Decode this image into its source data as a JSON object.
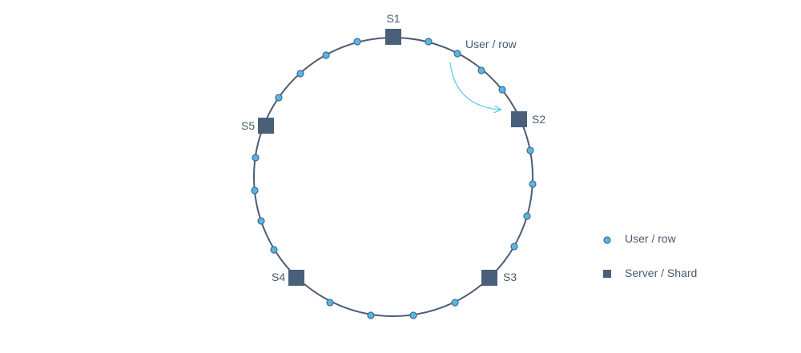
{
  "colors": {
    "ring": "#4d5d73",
    "server_fill": "#4a5f7a",
    "user_fill": "#5eb4e0",
    "user_stroke": "#3a6e91",
    "arrow": "#62cde6",
    "text": "#4a5a6e"
  },
  "servers": [
    {
      "id": "s1",
      "label": "S1"
    },
    {
      "id": "s2",
      "label": "S2"
    },
    {
      "id": "s3",
      "label": "S3"
    },
    {
      "id": "s4",
      "label": "S4"
    },
    {
      "id": "s5",
      "label": "S5"
    }
  ],
  "annotation": {
    "label": "User / row"
  },
  "legend": {
    "user_label": "User / row",
    "server_label": "Server / Shard"
  }
}
